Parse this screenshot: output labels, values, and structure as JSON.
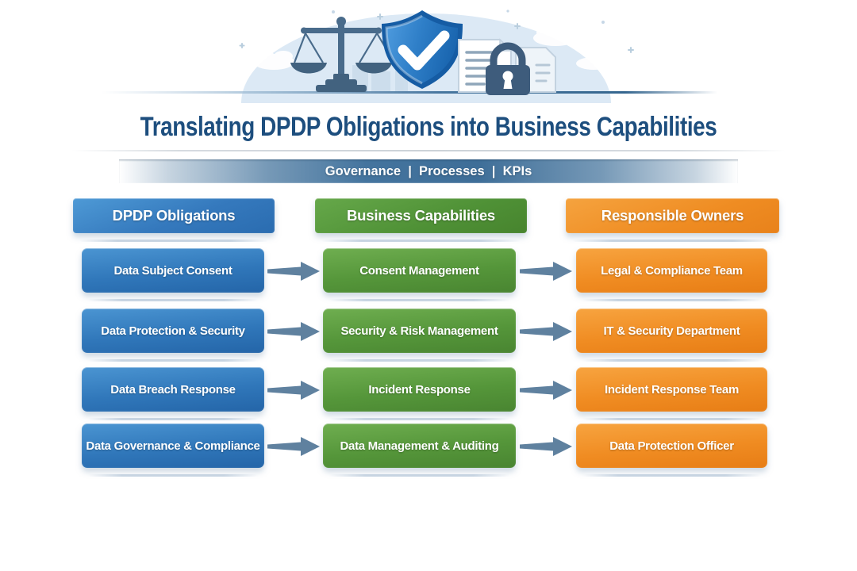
{
  "header": {
    "title": "Translating DPDP Obligations into Business Capabilities",
    "subtitle": "Governance  |  Processes  |  KPIs"
  },
  "hero": {
    "icons": [
      "scales-of-justice-icon",
      "shield-checkmark-icon",
      "document-stack-icon",
      "padlock-icon",
      "cloud-icon"
    ]
  },
  "columns": [
    {
      "id": "obligations",
      "label": "DPDP Obligations",
      "color": "#2e74b8"
    },
    {
      "id": "capabilities",
      "label": "Business Capabilities",
      "color": "#539139"
    },
    {
      "id": "owners",
      "label": "Responsible Owners",
      "color": "#ee8a20"
    }
  ],
  "rows": [
    {
      "obligation": "Data Subject Consent",
      "capability": "Consent Management",
      "owner": "Legal & Compliance Team"
    },
    {
      "obligation": "Data Protection & Security",
      "capability": "Security & Risk Management",
      "owner": "IT & Security Department"
    },
    {
      "obligation": "Data Breach Response",
      "capability": "Incident Response",
      "owner": "Incident Response Team"
    },
    {
      "obligation": "Data Governance & Compliance",
      "capability": "Data Management & Auditing",
      "owner": "Data Protection Officer"
    }
  ],
  "colors": {
    "title_text": "#1d4e7e",
    "subtitle_bar": "#44749e",
    "obligation_blue": "#2e74b8",
    "capability_green": "#539139",
    "owner_orange": "#ee8a20",
    "arrow": "#5f819f",
    "hero_dome": "#dce9f5"
  }
}
